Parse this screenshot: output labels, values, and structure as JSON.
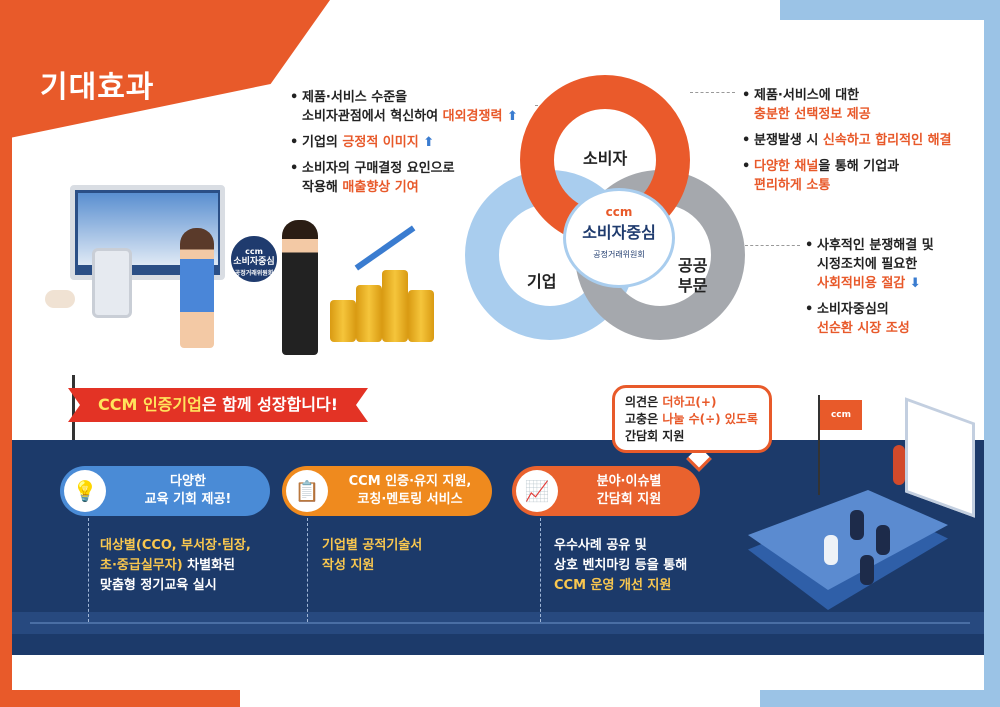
{
  "title": "기대효과",
  "top_left_bullets": [
    {
      "text": "제품·서비스 수준을\n소비자관점에서 혁신하여 ",
      "highlight": "대외경쟁력",
      "arrow": "⬆"
    },
    {
      "text": "기업의 ",
      "highlight": "긍정적 이미지",
      "arrow": "⬆"
    },
    {
      "text": "소비자의 구매결정 요인으로\n작용해 ",
      "highlight": "매출향상 기여",
      "arrow": ""
    }
  ],
  "top_right_bullets": [
    {
      "text": "제품·서비스에 대한\n",
      "highlight": "충분한 선택정보 제공"
    },
    {
      "text": "분쟁발생 시 ",
      "highlight": "신속하고 합리적인 해결"
    },
    {
      "text": "",
      "highlight": "다양한 채널",
      "tail": "을 통해 기업과\n",
      "highlight2": "편리하게 소통"
    }
  ],
  "mid_right_bullets": [
    {
      "text": "사후적인 분쟁해결 및\n시정조치에 필요한\n",
      "highlight": "사회적비용 절감",
      "arrow": "⬇"
    },
    {
      "text": "소비자중심의\n",
      "highlight": "선순환 시장 조성",
      "arrow": ""
    }
  ],
  "venn": {
    "top": "소비자",
    "left": "기업",
    "right_line1": "공공",
    "right_line2": "부문",
    "center_logo": "ccm",
    "center_title": "소비자중심",
    "center_sub": "공정거래위원회"
  },
  "illustration": {
    "badge_logo": "ccm",
    "badge_title": "소비자중심",
    "badge_sub": "공정거래위원회",
    "conference_flag": "ccm"
  },
  "banner": {
    "prefix": "CCM 인증기업",
    "suffix": "은 함께 성장합니다!"
  },
  "bubble": {
    "line1_a": "의견은 ",
    "line1_b": "더하고(+)",
    "line2_a": "고충은 ",
    "line2_b": "나눌 수(÷) 있도록",
    "line3": "간담회 지원"
  },
  "programs": [
    {
      "icon": "lightbulb-icon",
      "icon_glyph": "💡",
      "title_line1": "다양한",
      "title_line2": "교육 기회 제공!",
      "desc_highlight": "대상별(CCO, 부서장·팀장,\n초·중급실무자)",
      "desc_rest": " 차별화된\n맞춤형 정기교육 실시"
    },
    {
      "icon": "presentation-icon",
      "icon_glyph": "📋",
      "title_line1": "CCM 인증·유지 지원,",
      "title_line2": "코칭·멘토링 서비스",
      "desc_highlight": "기업별 공적기술서\n작성 지원",
      "desc_rest": ""
    },
    {
      "icon": "chart-icon",
      "icon_glyph": "📈",
      "title_line1": "분야·이슈별",
      "title_line2": "간담회 지원",
      "desc_highlight": "",
      "desc_rest": "우수사례 공유 및\n상호 벤치마킹 등을 통해\n",
      "desc_highlight2": "CCM 운영 개선 지원"
    }
  ],
  "colors": {
    "accent_orange": "#e85a2a",
    "navy": "#1c3a6a",
    "venn_top": "#ea5a2b",
    "venn_left": "#a9cdee",
    "venn_right": "#a5a8ad",
    "highlight_text": "#e8592a",
    "desc_highlight": "#f9c74f"
  }
}
